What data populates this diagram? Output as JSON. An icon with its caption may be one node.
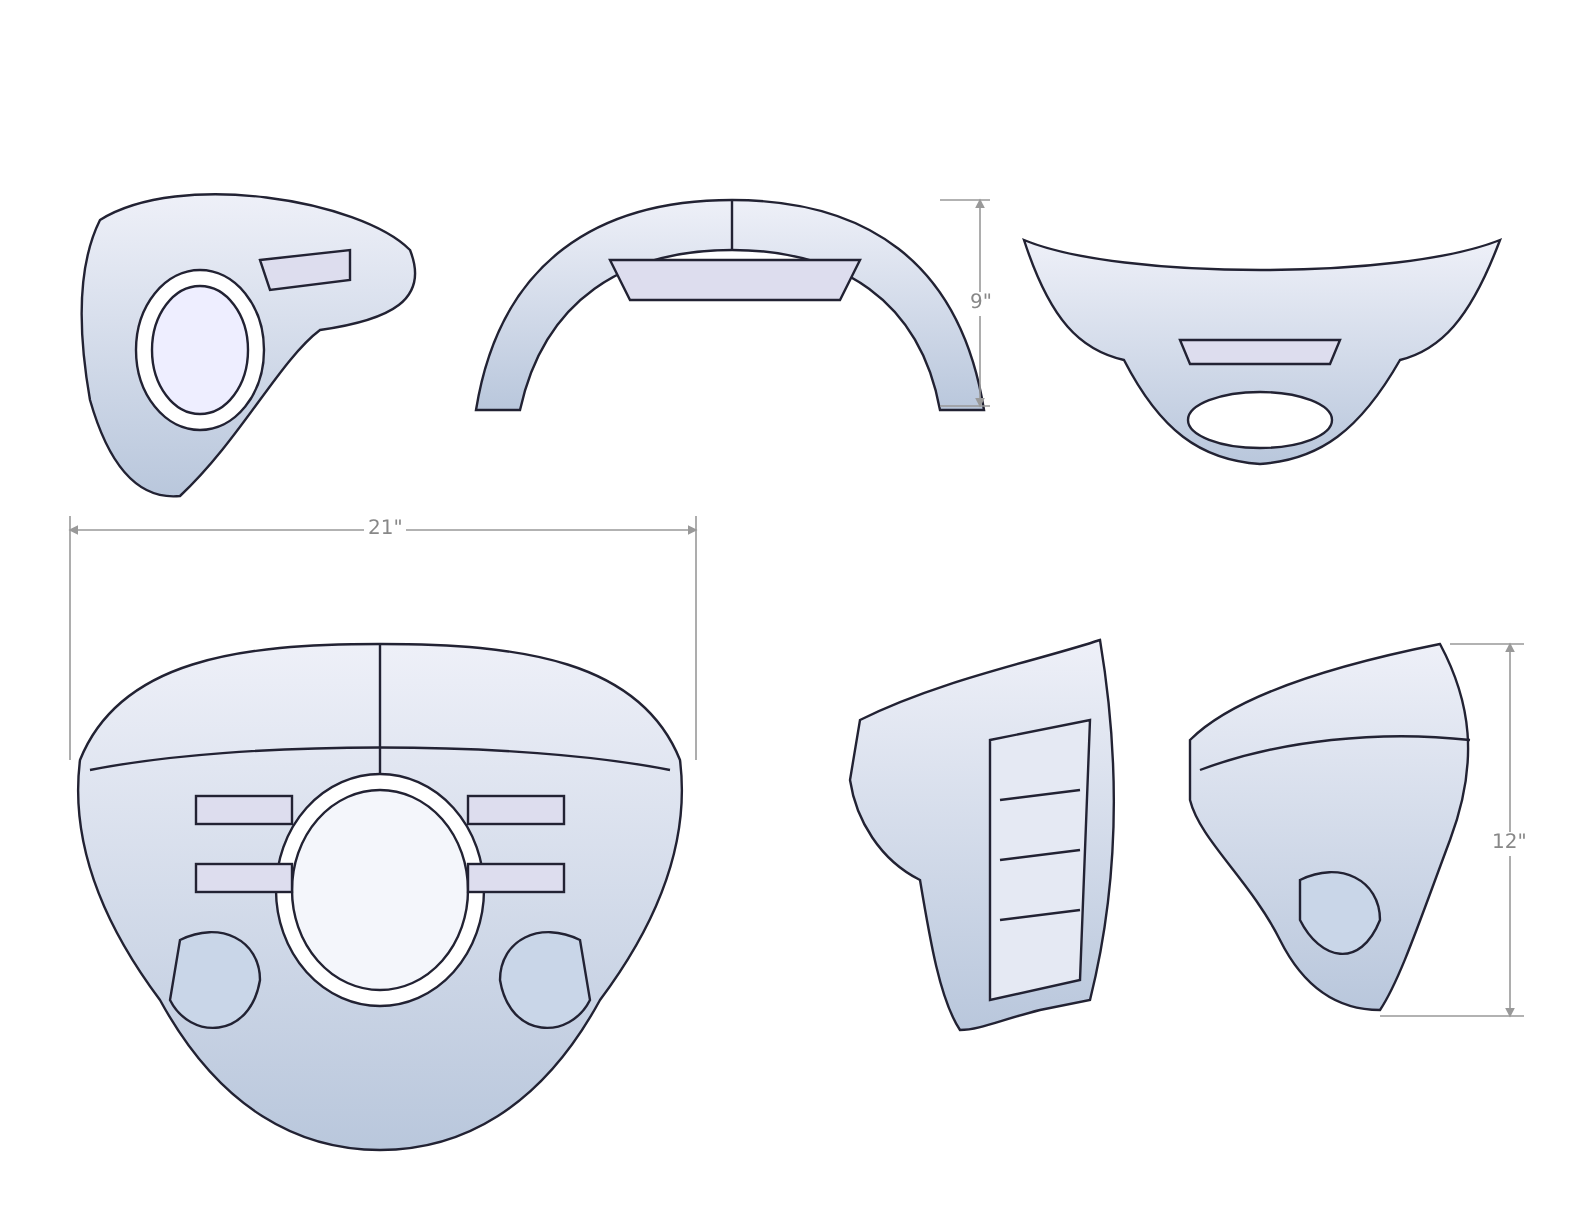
{
  "diagram": {
    "labels": [
      "9\"",
      "21\"",
      "12\""
    ]
  }
}
